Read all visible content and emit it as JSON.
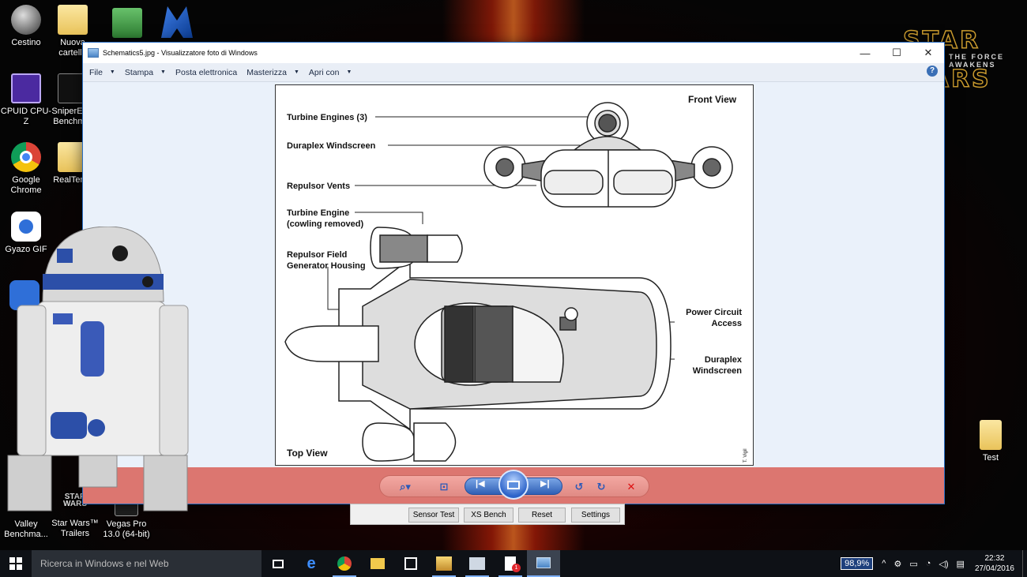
{
  "desktop": {
    "icons": [
      {
        "label": "Cestino"
      },
      {
        "label": "Nuova\ncartella"
      },
      {
        "label": "CPUID CPU-Z"
      },
      {
        "label": "SniperElite\nBenchm..."
      },
      {
        "label": "Google\nChrome"
      },
      {
        "label": "RealTemp"
      },
      {
        "label": "Gyazo GIF"
      },
      {
        "label": "Valley\nBenchma..."
      },
      {
        "label": "Star Wars™\nTrailers"
      },
      {
        "label": "Vegas Pro\n13.0 (64-bit)"
      },
      {
        "label": "Test"
      }
    ],
    "wallpaper_logo": {
      "line1": "STAR",
      "line2": "THE FORCE AWAKENS",
      "line3": "WARS"
    }
  },
  "window": {
    "title": "Schematics5.jpg - Visualizzatore foto di Windows",
    "menu": [
      {
        "label": "File",
        "has_dropdown": true
      },
      {
        "label": "Stampa",
        "has_dropdown": true
      },
      {
        "label": "Posta elettronica",
        "has_dropdown": false
      },
      {
        "label": "Masterizza",
        "has_dropdown": true
      },
      {
        "label": "Apri con",
        "has_dropdown": true
      }
    ],
    "controls": {
      "minimize": "—",
      "maximize": "☐",
      "close": "✕",
      "help": "?"
    }
  },
  "schematic": {
    "front_view_label": "Front View",
    "top_view_label": "Top View",
    "labels": {
      "turbine_engines": "Turbine Engines (3)",
      "duraplex_windscreen_front": "Duraplex Windscreen",
      "repulsor_vents": "Repulsor Vents",
      "turbine_engine_1": "Turbine Engine",
      "turbine_engine_2": "(cowling removed)",
      "repulsor_field_1": "Repulsor Field",
      "repulsor_field_2": "Generator Housing",
      "power_circuit_1": "Power Circuit",
      "power_circuit_2": "Access",
      "duraplex_top_1": "Duraplex",
      "duraplex_top_2": "Windscreen",
      "artist": "T. Vigil"
    }
  },
  "bench_panel": {
    "buttons": [
      "Sensor Test",
      "XS Bench",
      "Reset",
      "Settings"
    ]
  },
  "taskbar": {
    "search_placeholder": "Ricerca in Windows e nel Web",
    "zoom": "98,9%",
    "time": "22:32",
    "date": "27/04/2016",
    "notification_badge": "1"
  }
}
